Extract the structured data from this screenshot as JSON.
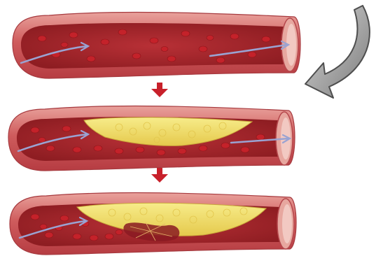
{
  "figure": {
    "stages": [
      {
        "name": "healthy-artery",
        "plaque": false,
        "clot": false
      },
      {
        "name": "narrowed-artery",
        "plaque": true,
        "clot": false
      },
      {
        "name": "blocked-artery",
        "plaque": true,
        "clot": true
      }
    ],
    "colors": {
      "vessel_wall": "#c94b4f",
      "vessel_wall_light": "#e8a09a",
      "lumen": "#a8262c",
      "blood_cell": "#c4222a",
      "plaque": "#f1e070",
      "plaque_dark": "#d6b93e",
      "flow_arrow": "#9aa3d2",
      "step_arrow": "#c8202a",
      "curved_arrow": "#8c8c8c"
    },
    "icons": [
      "flow-arrow-icon",
      "step-down-arrow-icon",
      "curved-arrow-icon"
    ]
  }
}
